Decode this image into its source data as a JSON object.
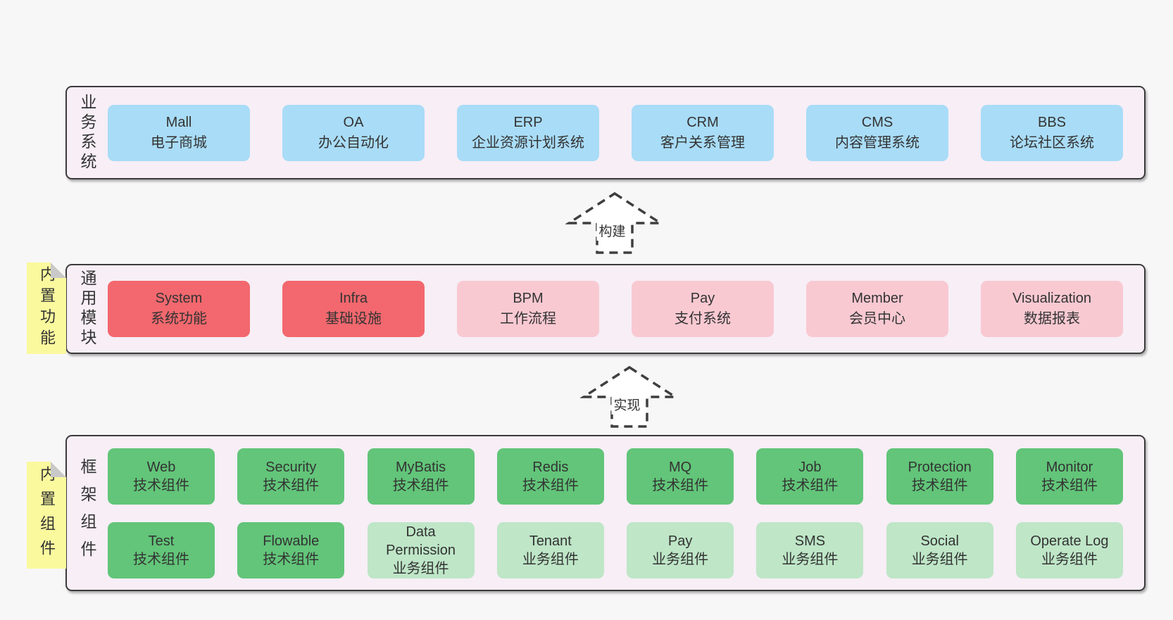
{
  "colors": {
    "page_bg": "#f8f7f8",
    "band_bg": "#f7eef6",
    "band_border": "#3b3b3b",
    "blue": "#a9dcf7",
    "red": "#f2686e",
    "pink": "#f9c9d2",
    "green": "#62c579",
    "green_light": "#bee6c7",
    "note_yellow": "#faf99e",
    "fold_gray": "#c9c9c9",
    "text": "#333333"
  },
  "arrows": [
    {
      "label": "构建"
    },
    {
      "label": "实现"
    }
  ],
  "bands": [
    {
      "id": "business-systems",
      "label": "业务系统",
      "note": null,
      "rows": [
        [
          {
            "title": "Mall",
            "subtitle": "电子商城",
            "variant": "blue"
          },
          {
            "title": "OA",
            "subtitle": "办公自动化",
            "variant": "blue"
          },
          {
            "title": "ERP",
            "subtitle": "企业资源计划系统",
            "variant": "blue"
          },
          {
            "title": "CRM",
            "subtitle": "客户关系管理",
            "variant": "blue"
          },
          {
            "title": "CMS",
            "subtitle": "内容管理系统",
            "variant": "blue"
          },
          {
            "title": "BBS",
            "subtitle": "论坛社区系统",
            "variant": "blue"
          }
        ]
      ]
    },
    {
      "id": "common-modules",
      "label": "通用模块",
      "note": "内置功能",
      "rows": [
        [
          {
            "title": "System",
            "subtitle": "系统功能",
            "variant": "red"
          },
          {
            "title": "Infra",
            "subtitle": "基础设施",
            "variant": "red"
          },
          {
            "title": "BPM",
            "subtitle": "工作流程",
            "variant": "pink"
          },
          {
            "title": "Pay",
            "subtitle": "支付系统",
            "variant": "pink"
          },
          {
            "title": "Member",
            "subtitle": "会员中心",
            "variant": "pink"
          },
          {
            "title": "Visualization",
            "subtitle": "数据报表",
            "variant": "pink"
          }
        ]
      ]
    },
    {
      "id": "framework-components",
      "label": "框架组件",
      "note": "内置组件",
      "rows": [
        [
          {
            "title": "Web",
            "subtitle": "技术组件",
            "variant": "green"
          },
          {
            "title": "Security",
            "subtitle": "技术组件",
            "variant": "green"
          },
          {
            "title": "MyBatis",
            "subtitle": "技术组件",
            "variant": "green"
          },
          {
            "title": "Redis",
            "subtitle": "技术组件",
            "variant": "green"
          },
          {
            "title": "MQ",
            "subtitle": "技术组件",
            "variant": "green"
          },
          {
            "title": "Job",
            "subtitle": "技术组件",
            "variant": "green"
          },
          {
            "title": "Protection",
            "subtitle": "技术组件",
            "variant": "green"
          },
          {
            "title": "Monitor",
            "subtitle": "技术组件",
            "variant": "green"
          }
        ],
        [
          {
            "title": "Test",
            "subtitle": "技术组件",
            "variant": "green"
          },
          {
            "title": "Flowable",
            "subtitle": "技术组件",
            "variant": "green"
          },
          {
            "title": "Data Permission",
            "subtitle": "业务组件",
            "variant": "green_light"
          },
          {
            "title": "Tenant",
            "subtitle": "业务组件",
            "variant": "green_light"
          },
          {
            "title": "Pay",
            "subtitle": "业务组件",
            "variant": "green_light"
          },
          {
            "title": "SMS",
            "subtitle": "业务组件",
            "variant": "green_light"
          },
          {
            "title": "Social",
            "subtitle": "业务组件",
            "variant": "green_light"
          },
          {
            "title": "Operate Log",
            "subtitle": "业务组件",
            "variant": "green_light"
          }
        ]
      ]
    }
  ]
}
